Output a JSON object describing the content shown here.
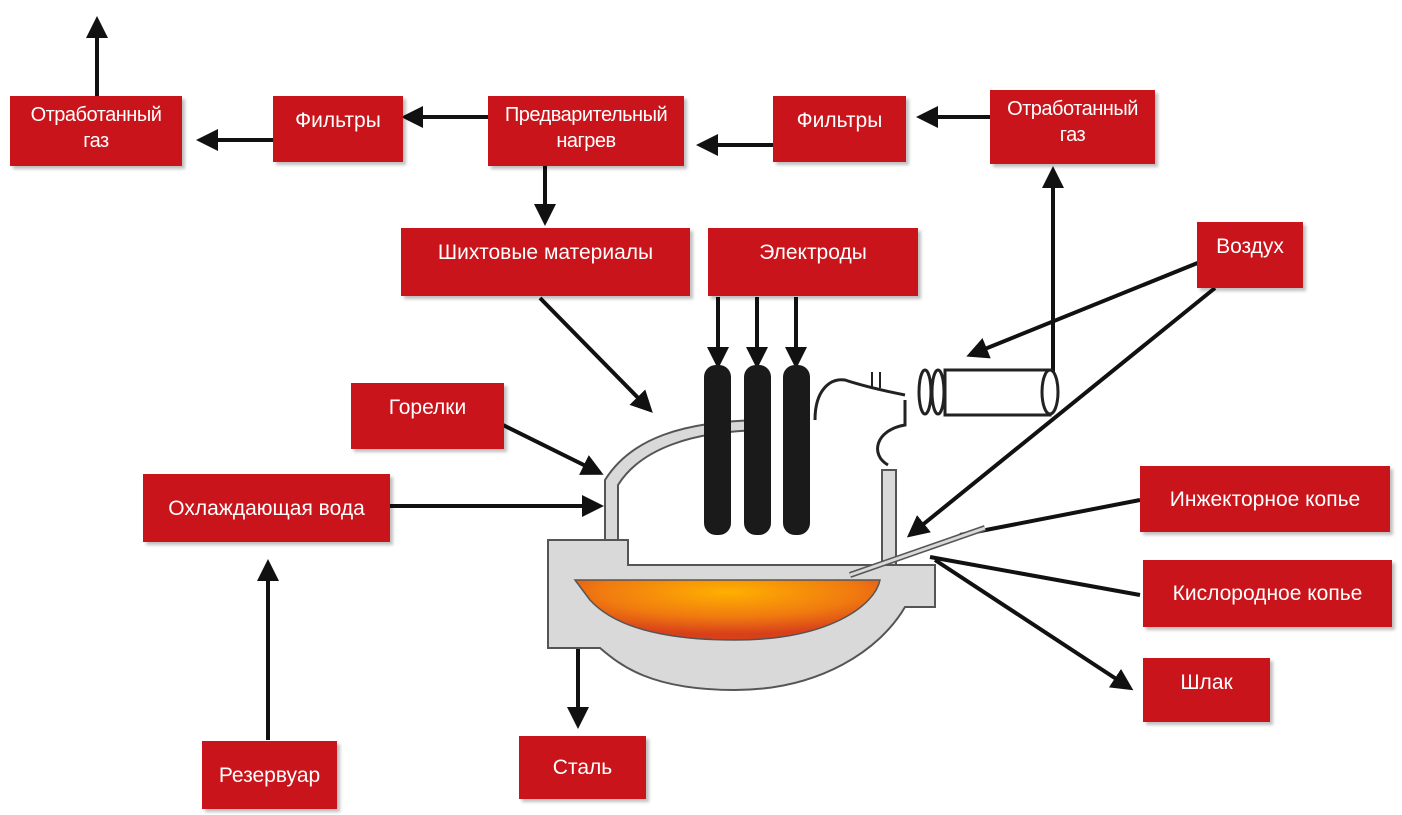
{
  "boxes": {
    "exhaust_left": "Отработанный\nгаз",
    "filters_left": "Фильтры",
    "preheat": "Предварительный\nнагрев",
    "filters_right": "Фильтры",
    "exhaust_right": "Отработанный\nгаз",
    "charge_materials": "Шихтовые материалы",
    "electrodes": "Электроды",
    "air": "Воздух",
    "burners": "Горелки",
    "cooling_water": "Охлаждающая вода",
    "injector_lance": "Инжекторное копье",
    "oxygen_lance": "Кислородное копье",
    "slag": "Шлак",
    "reservoir": "Резервуар",
    "steel": "Сталь"
  },
  "colors": {
    "box": "#c8141a",
    "box_text": "#ffffff",
    "arrow": "#111111",
    "furnace_shell": "#d9d9d9",
    "furnace_outline": "#555555",
    "melt_center": "#ffb000",
    "melt_edge": "#e8501a",
    "electrode": "#1a1a1a"
  }
}
